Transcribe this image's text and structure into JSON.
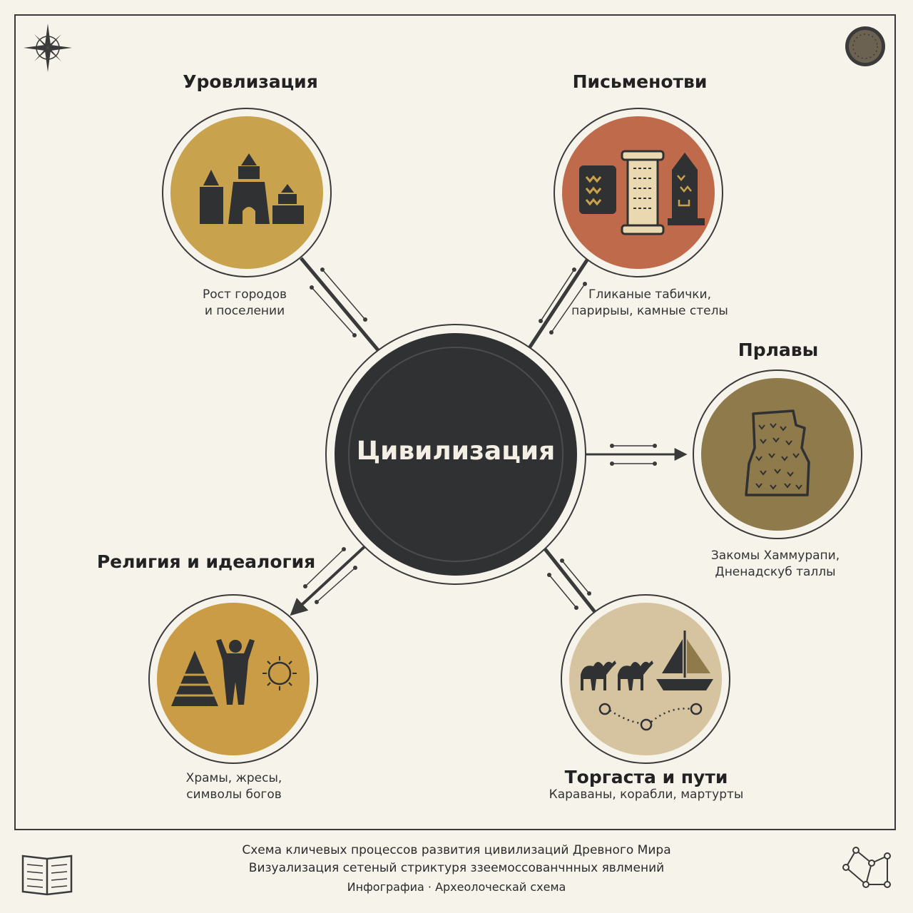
{
  "center": {
    "label": "Цивилизация"
  },
  "nodes": {
    "urbanization": {
      "title": "Уровлизация",
      "desc1": "Рост городов",
      "desc2": "и поселении",
      "color": "#c9a24e"
    },
    "writing": {
      "title": "Письменотви",
      "desc1": "Гликаные табички,",
      "desc2": "парирыы, камные стелы",
      "color": "#bf6a4b"
    },
    "law": {
      "title": "Прлавы",
      "desc1": "Закомы Хаммурапи,",
      "desc2": "Дненадскуб таллы",
      "color": "#8f7a4c"
    },
    "religion": {
      "title": "Религия и идеалогия",
      "desc1": "Храмы, жресы,",
      "desc2": "символы богов",
      "color": "#c99c45"
    },
    "trade": {
      "title": "Торгаста и пути",
      "desc1": "Караваны, корабли, мартурты",
      "color": "#d6c3a0"
    }
  },
  "footer": {
    "line1": "Схема кличевых процессов развития цивилизаций Древного Мира",
    "line2": "Визуализация сетеный стриктуря ззеемоссованчнных явлмений",
    "line3": "Инфографиа · Археолоческай схема"
  },
  "icons": [
    "compass-rose-icon",
    "coin-icon",
    "open-book-icon",
    "network-graph-icon",
    "city-icon",
    "tablets-scroll-stele-icon",
    "law-tablet-icon",
    "pyramid-person-sun-icon",
    "camels-ship-route-icon"
  ]
}
